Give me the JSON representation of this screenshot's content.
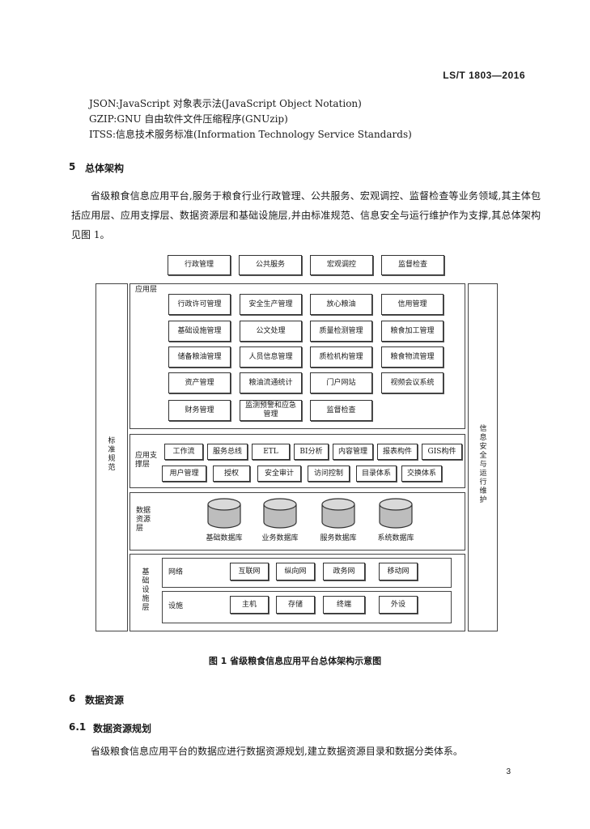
{
  "header": {
    "code": "LS/T 1803—2016"
  },
  "abbreviations": [
    "JSON:JavaScript 对象表示法(JavaScript Object Notation)",
    "GZIP:GNU 自由软件文件压缩程序(GNUzip)",
    "ITSS:信息技术服务标准(Information Technology Service Standards)"
  ],
  "section5": {
    "num": "5",
    "title": "总体架构",
    "paragraph": "省级粮食信息应用平台,服务于粮食行业行政管理、公共服务、宏观调控、监督检查等业务领域,其主体包括应用层、应用支撑层、数据资源层和基础设施层,并由标准规范、信息安全与运行维护作为支撑,其总体架构见图 1。"
  },
  "diagram": {
    "top_services": [
      "行政管理",
      "公共服务",
      "宏观调控",
      "监督检查"
    ],
    "left_side": "标准规范",
    "right_side": "信息安全与运行维护",
    "app_layer": {
      "label": "应用层",
      "items": [
        "行政许可管理",
        "安全生产管理",
        "放心粮油",
        "信用管理",
        "基础设施管理",
        "公文处理",
        "质量检测管理",
        "粮食加工管理",
        "储备粮油管理",
        "人员信息管理",
        "质检机构管理",
        "粮食物流管理",
        "资产管理",
        "粮油流通统计",
        "门户网站",
        "视频会议系统",
        "财务管理",
        "监测预警和应急管理",
        "监督检查"
      ]
    },
    "support_layer": {
      "label": "应用支撑层",
      "row1": [
        "工作流",
        "服务总线",
        "ETL",
        "BI分析",
        "内容管理",
        "报表构件",
        "GIS构件"
      ],
      "row2": [
        "用户管理",
        "授权",
        "安全审计",
        "访问控制",
        "目录体系",
        "交换体系"
      ]
    },
    "data_layer": {
      "label": "数据资源层",
      "dbs": [
        "基础数据库",
        "业务数据库",
        "服务数据库",
        "系统数据库"
      ]
    },
    "infra_layer": {
      "label": "基础设施层",
      "network_label": "网络",
      "network": [
        "互联网",
        "纵向网",
        "政务网",
        "移动网"
      ],
      "device_label": "设施",
      "devices": [
        "主机",
        "存储",
        "终端",
        "外设"
      ]
    },
    "caption": "图 1  省级粮食信息应用平台总体架构示意图"
  },
  "section6": {
    "num": "6",
    "title": "数据资源"
  },
  "section61": {
    "num": "6.1",
    "title": "数据资源规划",
    "paragraph": "省级粮食信息应用平台的数据应进行数据资源规划,建立数据资源目录和数据分类体系。"
  },
  "page_number": "3"
}
